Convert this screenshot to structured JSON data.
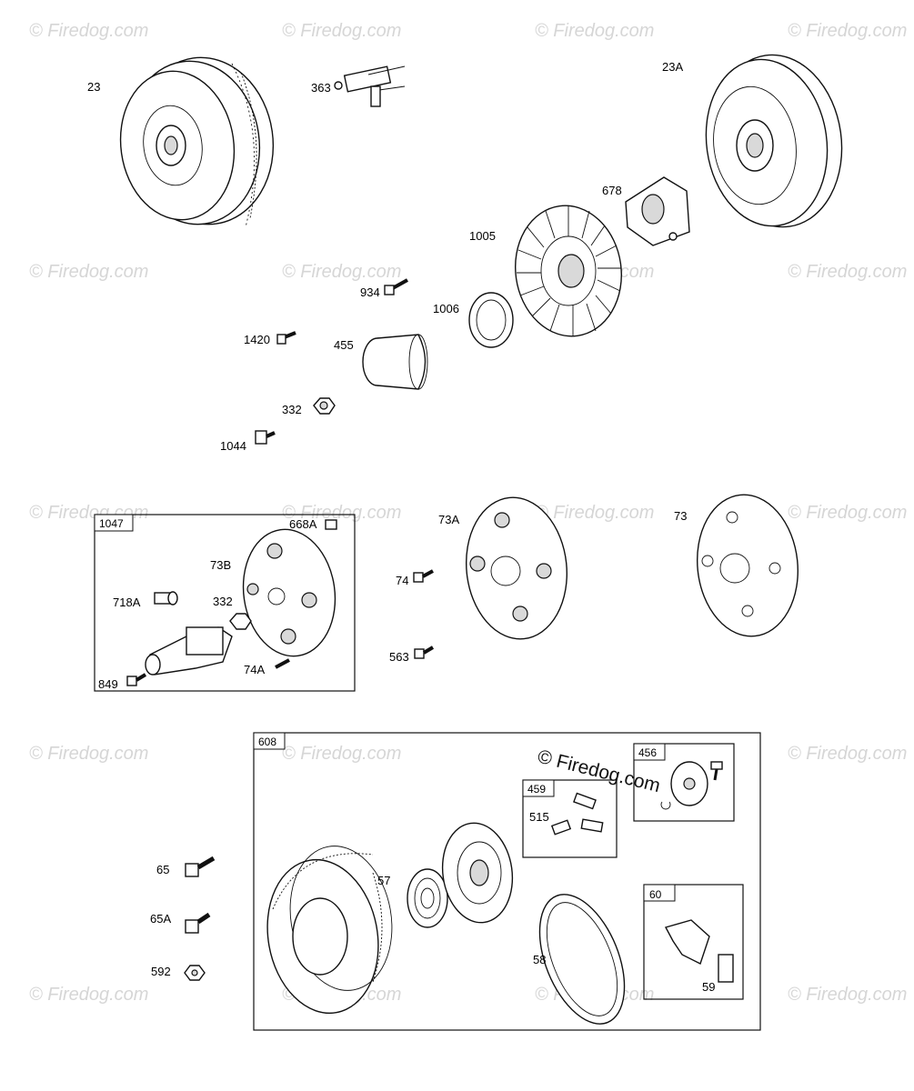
{
  "watermark": {
    "text": "© Firedog.com",
    "center_text": "© Firedog.com"
  },
  "parts": {
    "flywheel_23": "23",
    "flywheel_23a": "23A",
    "puller_363": "363",
    "bracket_678": "678",
    "fan_1005": "1005",
    "screw_934": "934",
    "screen_1006": "1006",
    "screw_1420": "1420",
    "cup_455": "455",
    "nut_332_top": "332",
    "stud_1044": "1044",
    "screen_73a": "73A",
    "screen_73": "73",
    "screw_74": "74",
    "screw_563": "563",
    "bolt_65": "65",
    "bolt_65a": "65A",
    "nut_592": "592"
  },
  "kit_1047": {
    "title": "1047",
    "items": {
      "p668a": "668A",
      "p73b": "73B",
      "p718a": "718A",
      "p332": "332",
      "p74a": "74A",
      "p849": "849"
    }
  },
  "kit_608": {
    "title": "608",
    "items": {
      "p57": "57",
      "p58": "58"
    },
    "sub_459": {
      "title": "459",
      "item_515": "515"
    },
    "sub_456": {
      "title": "456"
    },
    "sub_60": {
      "title": "60",
      "item_59": "59"
    }
  }
}
